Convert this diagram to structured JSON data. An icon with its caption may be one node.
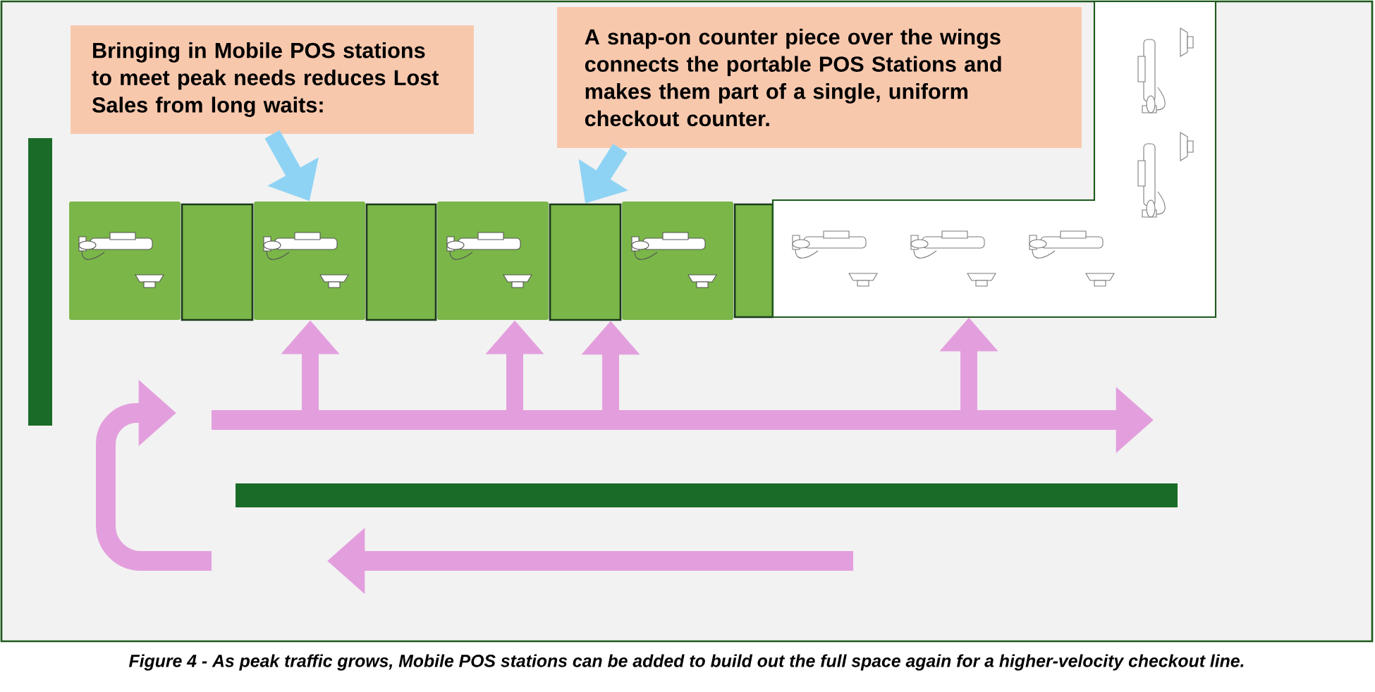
{
  "diagram": {
    "caption": "Figure 4 - As peak traffic grows, Mobile POS stations can be added to build out the full space again for a higher-velocity checkout line.",
    "nodes": [
      {
        "text": [
          "Bringing in Mobile POS stations to meet peak needs reduces Lost Sales from long waits:"
        ]
      },
      {
        "text": [
          "A snap-on counter piece over the wings connects the portable POS Stations and makes them part of a single, uniform checkout counter."
        ]
      },
      {
        "text": [],
        "shape": "box"
      },
      {
        "text": [],
        "shape": "box"
      },
      {
        "text": [],
        "shape": "box"
      },
      {
        "text": [],
        "shape": "box"
      },
      {
        "text": [],
        "shape": "box"
      },
      {
        "text": [],
        "shape": "box"
      },
      {
        "text": [],
        "shape": "box"
      },
      {
        "text": [],
        "shape": "box"
      },
      {
        "text": [],
        "shape": "box"
      }
    ],
    "edges": [
      {
        "from": 0,
        "to": 4,
        "arrow": "to",
        "color": "#8fd3f4"
      },
      {
        "from": 1,
        "to": 7,
        "arrow": "to",
        "color": "#8fd3f4"
      },
      {
        "from": null,
        "to": 4,
        "arrow": "to"
      },
      {
        "from": null,
        "to": 6,
        "arrow": "to"
      },
      {
        "from": null,
        "to": 7,
        "arrow": "to"
      },
      {
        "from": null,
        "to": 10,
        "arrow": "to"
      }
    ]
  }
}
